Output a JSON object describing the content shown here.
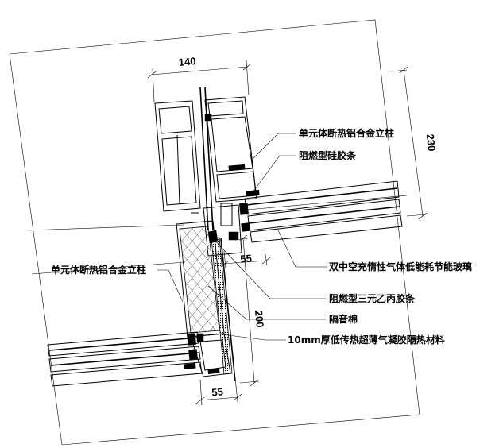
{
  "dimensions": {
    "top_width": "140",
    "right_height": "230",
    "mid_offset": "55",
    "lower_height": "200",
    "bottom_width": "55"
  },
  "labels": {
    "upper_mullion": "单元体断热铝合金立柱",
    "fire_silicone_strip": "阻燃型硅胶条",
    "insulated_glass": "双中空充惰性气体低能耗节能玻璃",
    "lower_mullion": "单元体断热铝合金立柱",
    "epdm_strip": "阻燃型三元乙丙胶条",
    "acoustic_wool": "隔音棉",
    "aerogel_insulation": "10mm厚低传热超薄气凝胶隔热材料"
  }
}
